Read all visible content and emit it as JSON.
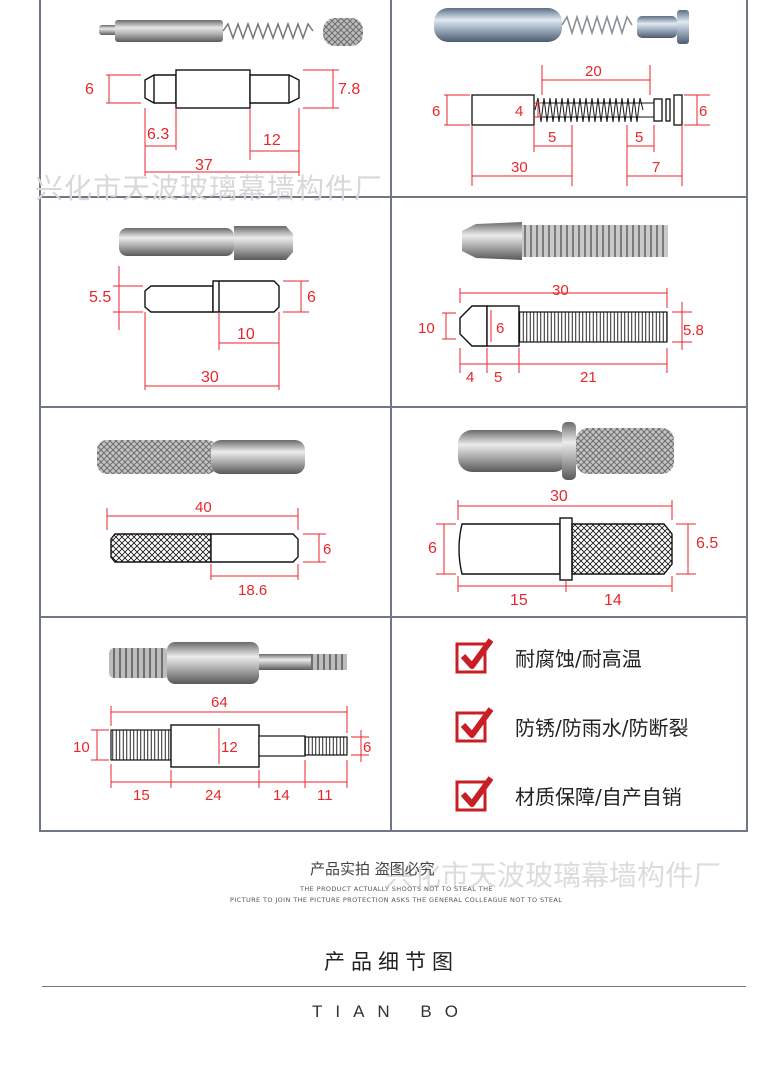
{
  "watermark": "兴化市天波玻璃幕墙构件厂",
  "panels": [
    {
      "name": "spring-pin",
      "dims": [
        "6",
        "7.8",
        "6.3",
        "12",
        "37"
      ]
    },
    {
      "name": "spring-latch",
      "dims": [
        "20",
        "6",
        "4",
        "6",
        "5",
        "5",
        "30",
        "7"
      ]
    },
    {
      "name": "stepped-pin",
      "dims": [
        "5.5",
        "6",
        "10",
        "30"
      ]
    },
    {
      "name": "threaded-pin",
      "dims": [
        "30",
        "10",
        "6",
        "5.8",
        "4",
        "5",
        "21"
      ]
    },
    {
      "name": "knurled-pin",
      "dims": [
        "40",
        "6",
        "18.6"
      ]
    },
    {
      "name": "flanged-knurled-pin",
      "dims": [
        "30",
        "6",
        "6.5",
        "15",
        "14"
      ]
    },
    {
      "name": "double-thread-stud",
      "dims": [
        "64",
        "10",
        "12",
        "6",
        "15",
        "24",
        "14",
        "11"
      ]
    }
  ],
  "features": [
    {
      "label": "耐腐蚀/耐高温",
      "icon": "check-icon"
    },
    {
      "label": "防锈/防雨水/防断裂",
      "icon": "check-icon"
    },
    {
      "label": "材质保障/自产自销",
      "icon": "check-icon"
    }
  ],
  "notice": {
    "cn": "产品实拍 盗图必究",
    "en1": "THE PRODUCT ACTUALLY SHOOTS NOT TO STEAL THE",
    "en2": "PICTURE TO JOIN THE PICTURE PROTECTION ASKS THE GENERAL COLLEAGUE NOT TO STEAL"
  },
  "section_title": "产品细节图",
  "brand": "TIAN BO",
  "colors": {
    "dimension": "#e8262b",
    "border": "#6f7785",
    "check": "#c81f25"
  }
}
